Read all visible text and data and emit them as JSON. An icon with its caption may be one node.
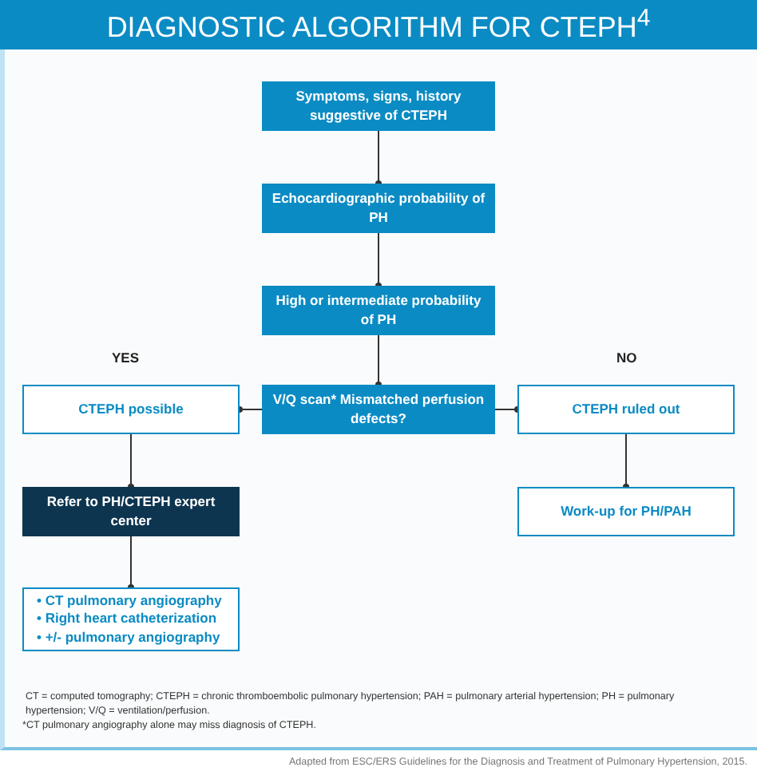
{
  "diagram": {
    "title": "DIAGNOSTIC ALGORITHM FOR CTEPH$^{4}$",
    "caption": "Adapted from ESC/ERS Guidelines for the Diagnosis and Treatment of Pulmonary Hypertension, 2015.",
    "nodes": [
      {
        "text": [
          "Symptoms, signs, history suggestive of CTEPH"
        ]
      },
      {
        "text": [
          "Echocardiographic probability of PH"
        ]
      },
      {
        "text": [
          "High or intermediate probability of PH"
        ]
      },
      {
        "text": [
          "V/Q scan* Mismatched perfusion defects?"
        ]
      },
      {
        "text": [
          "CTEPH possible"
        ]
      },
      {
        "text": [
          "CTEPH ruled out"
        ]
      },
      {
        "text": [
          "Refer to PH/CTEPH expert center"
        ]
      },
      {
        "text": [
          "Work-up for PH/PAH"
        ]
      },
      {
        "text": [
          "• CT pulmonary angiography",
          "• Right heart catheterization",
          "• +/- pulmonary angiography"
        ]
      }
    ],
    "edges": [
      {
        "from": 0,
        "to": 1,
        "arrow": "other"
      },
      {
        "from": 1,
        "to": 2,
        "arrow": "other"
      },
      {
        "from": 2,
        "to": 3,
        "arrow": "other"
      },
      {
        "from": 3,
        "to": 4,
        "arrow": "other"
      },
      {
        "from": 3,
        "to": 5,
        "arrow": "other"
      },
      {
        "from": 4,
        "to": 6,
        "arrow": "other"
      },
      {
        "from": 5,
        "to": 7,
        "arrow": "other"
      },
      {
        "from": 6,
        "to": 8,
        "arrow": "other"
      }
    ],
    "labels": [
      "YES",
      "NO",
      "CT = computed tomography; CTEPH = chronic thromboembolic pulmonary hypertension; PAH = pulmonary arterial hypertension; PH = pulmonary hypertension; V/Q = ventilation/perfusion.",
      "*CT pulmonary angiography alone may miss diagnosis of CTEPH."
    ]
  }
}
